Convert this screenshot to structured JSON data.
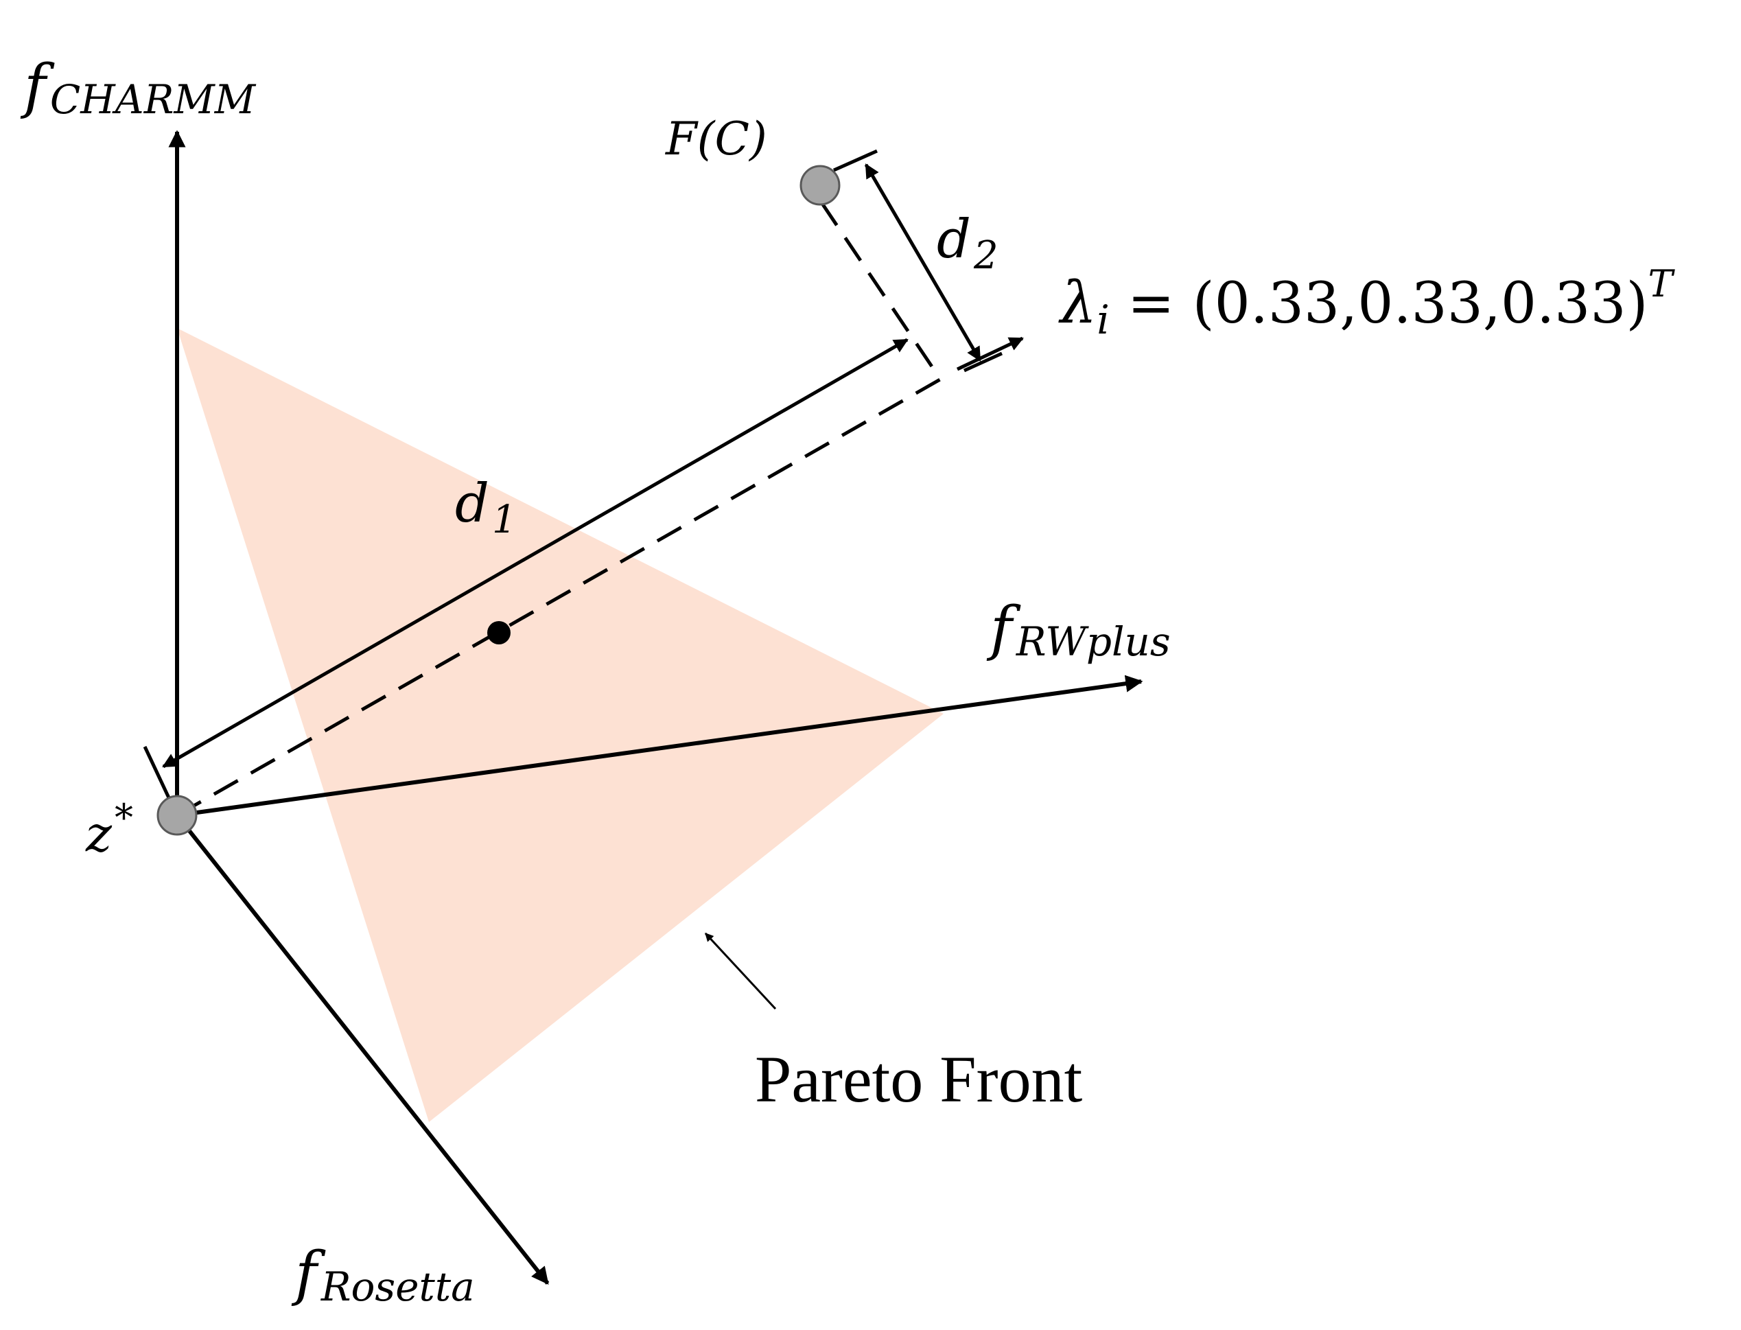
{
  "colors": {
    "front_fill": "#fde1d3",
    "line": "#000000",
    "point": "#a6a6a6"
  },
  "labels": {
    "axis_charmm": {
      "base": "f",
      "sub": "CHARMM"
    },
    "axis_rwplus": {
      "base": "f",
      "sub": "RWplus"
    },
    "axis_rosetta": {
      "base": "f",
      "sub": "Rosetta"
    },
    "ideal_point": {
      "base": "z",
      "sup": "*"
    },
    "solution_point": "F(C)",
    "d1": {
      "base": "d",
      "sub": "1"
    },
    "d2": {
      "base": "d",
      "sub": "2"
    },
    "weight_vector": {
      "lhs": "λ",
      "lhs_sub": "i",
      "rhs": " = (0.33,0.33,0.33)",
      "sup": "T"
    },
    "pareto_front": "Pareto Front"
  }
}
